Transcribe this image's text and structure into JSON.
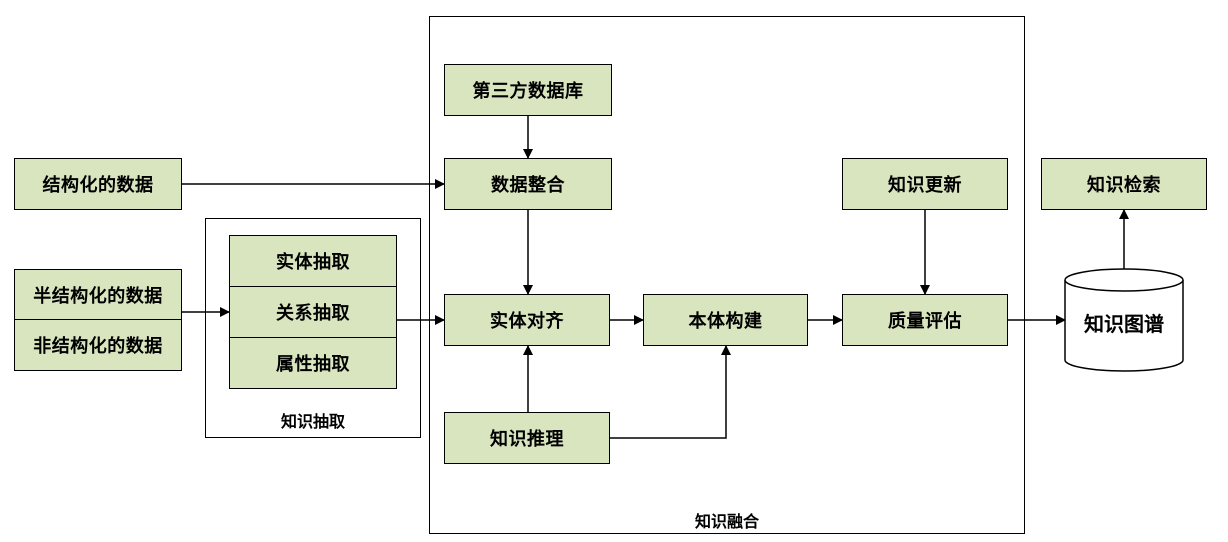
{
  "sources": {
    "structured": "结构化的数据",
    "semi_structured": "半结构化的数据",
    "unstructured": "非结构化的数据"
  },
  "extraction": {
    "title": "知识抽取",
    "items": [
      "实体抽取",
      "关系抽取",
      "属性抽取"
    ]
  },
  "fusion": {
    "title": "知识融合",
    "third_party_db": "第三方数据库",
    "data_integration": "数据整合",
    "entity_alignment": "实体对齐",
    "ontology_construction": "本体构建",
    "quality_assessment": "质量评估",
    "knowledge_reasoning": "知识推理",
    "knowledge_update": "知识更新"
  },
  "knowledge_graph": "知识图谱",
  "knowledge_retrieval": "知识检索",
  "colors": {
    "box_fill": "#d8e5bf",
    "stroke": "#000000",
    "background": "#ffffff"
  }
}
